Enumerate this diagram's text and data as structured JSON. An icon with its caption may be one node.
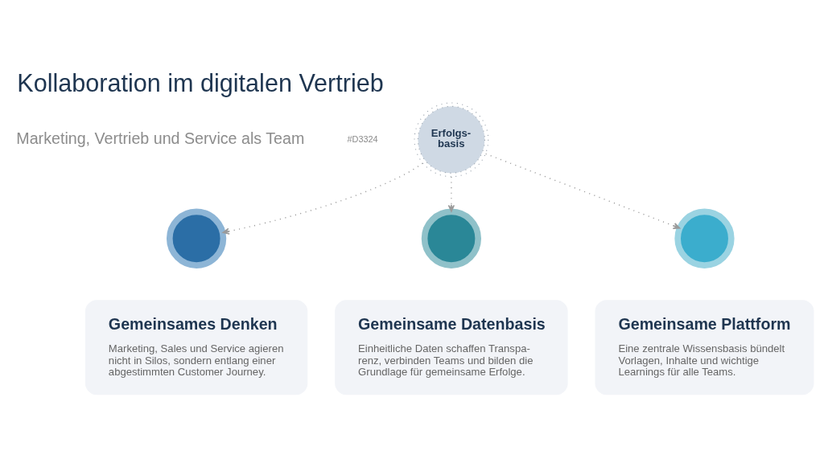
{
  "diagram": {
    "title": "Kollaboration im digitalen Vertrieb",
    "nodes": [
      {
        "text": [
          "Erfolgs- basis"
        ]
      },
      {
        "text": [],
        "shape": "circle"
      },
      {
        "text": [
          "Gemeinsames Denken",
          "Marketing, Sales und Service agieren nicht in Silos, sondern entlang einer abgestimmten Customer Journey."
        ]
      },
      {
        "text": [],
        "shape": "circle"
      },
      {
        "text": [
          "Gemeinsame Datenbasis",
          "Einheitliche Daten schaffen Transpa- renz, verbinden Teams und bilden die Grundlage für gemeinsame Erfolge."
        ]
      },
      {
        "text": [],
        "shape": "circle"
      },
      {
        "text": [
          "Gemeinsame Plattform",
          "Eine zentrale Wissensbasis bündelt Vorlagen, Inhalte und wichtige Learnings für alle Teams."
        ]
      }
    ],
    "edges": [
      {
        "from": 0,
        "to": 1,
        "arrow": "to"
      },
      {
        "from": 0,
        "to": 3,
        "arrow": "to"
      },
      {
        "from": 0,
        "to": 5,
        "arrow": "to"
      }
    ],
    "labels": [
      "#D3324",
      "Marketing, Vertrieb und Service als Team"
    ]
  }
}
